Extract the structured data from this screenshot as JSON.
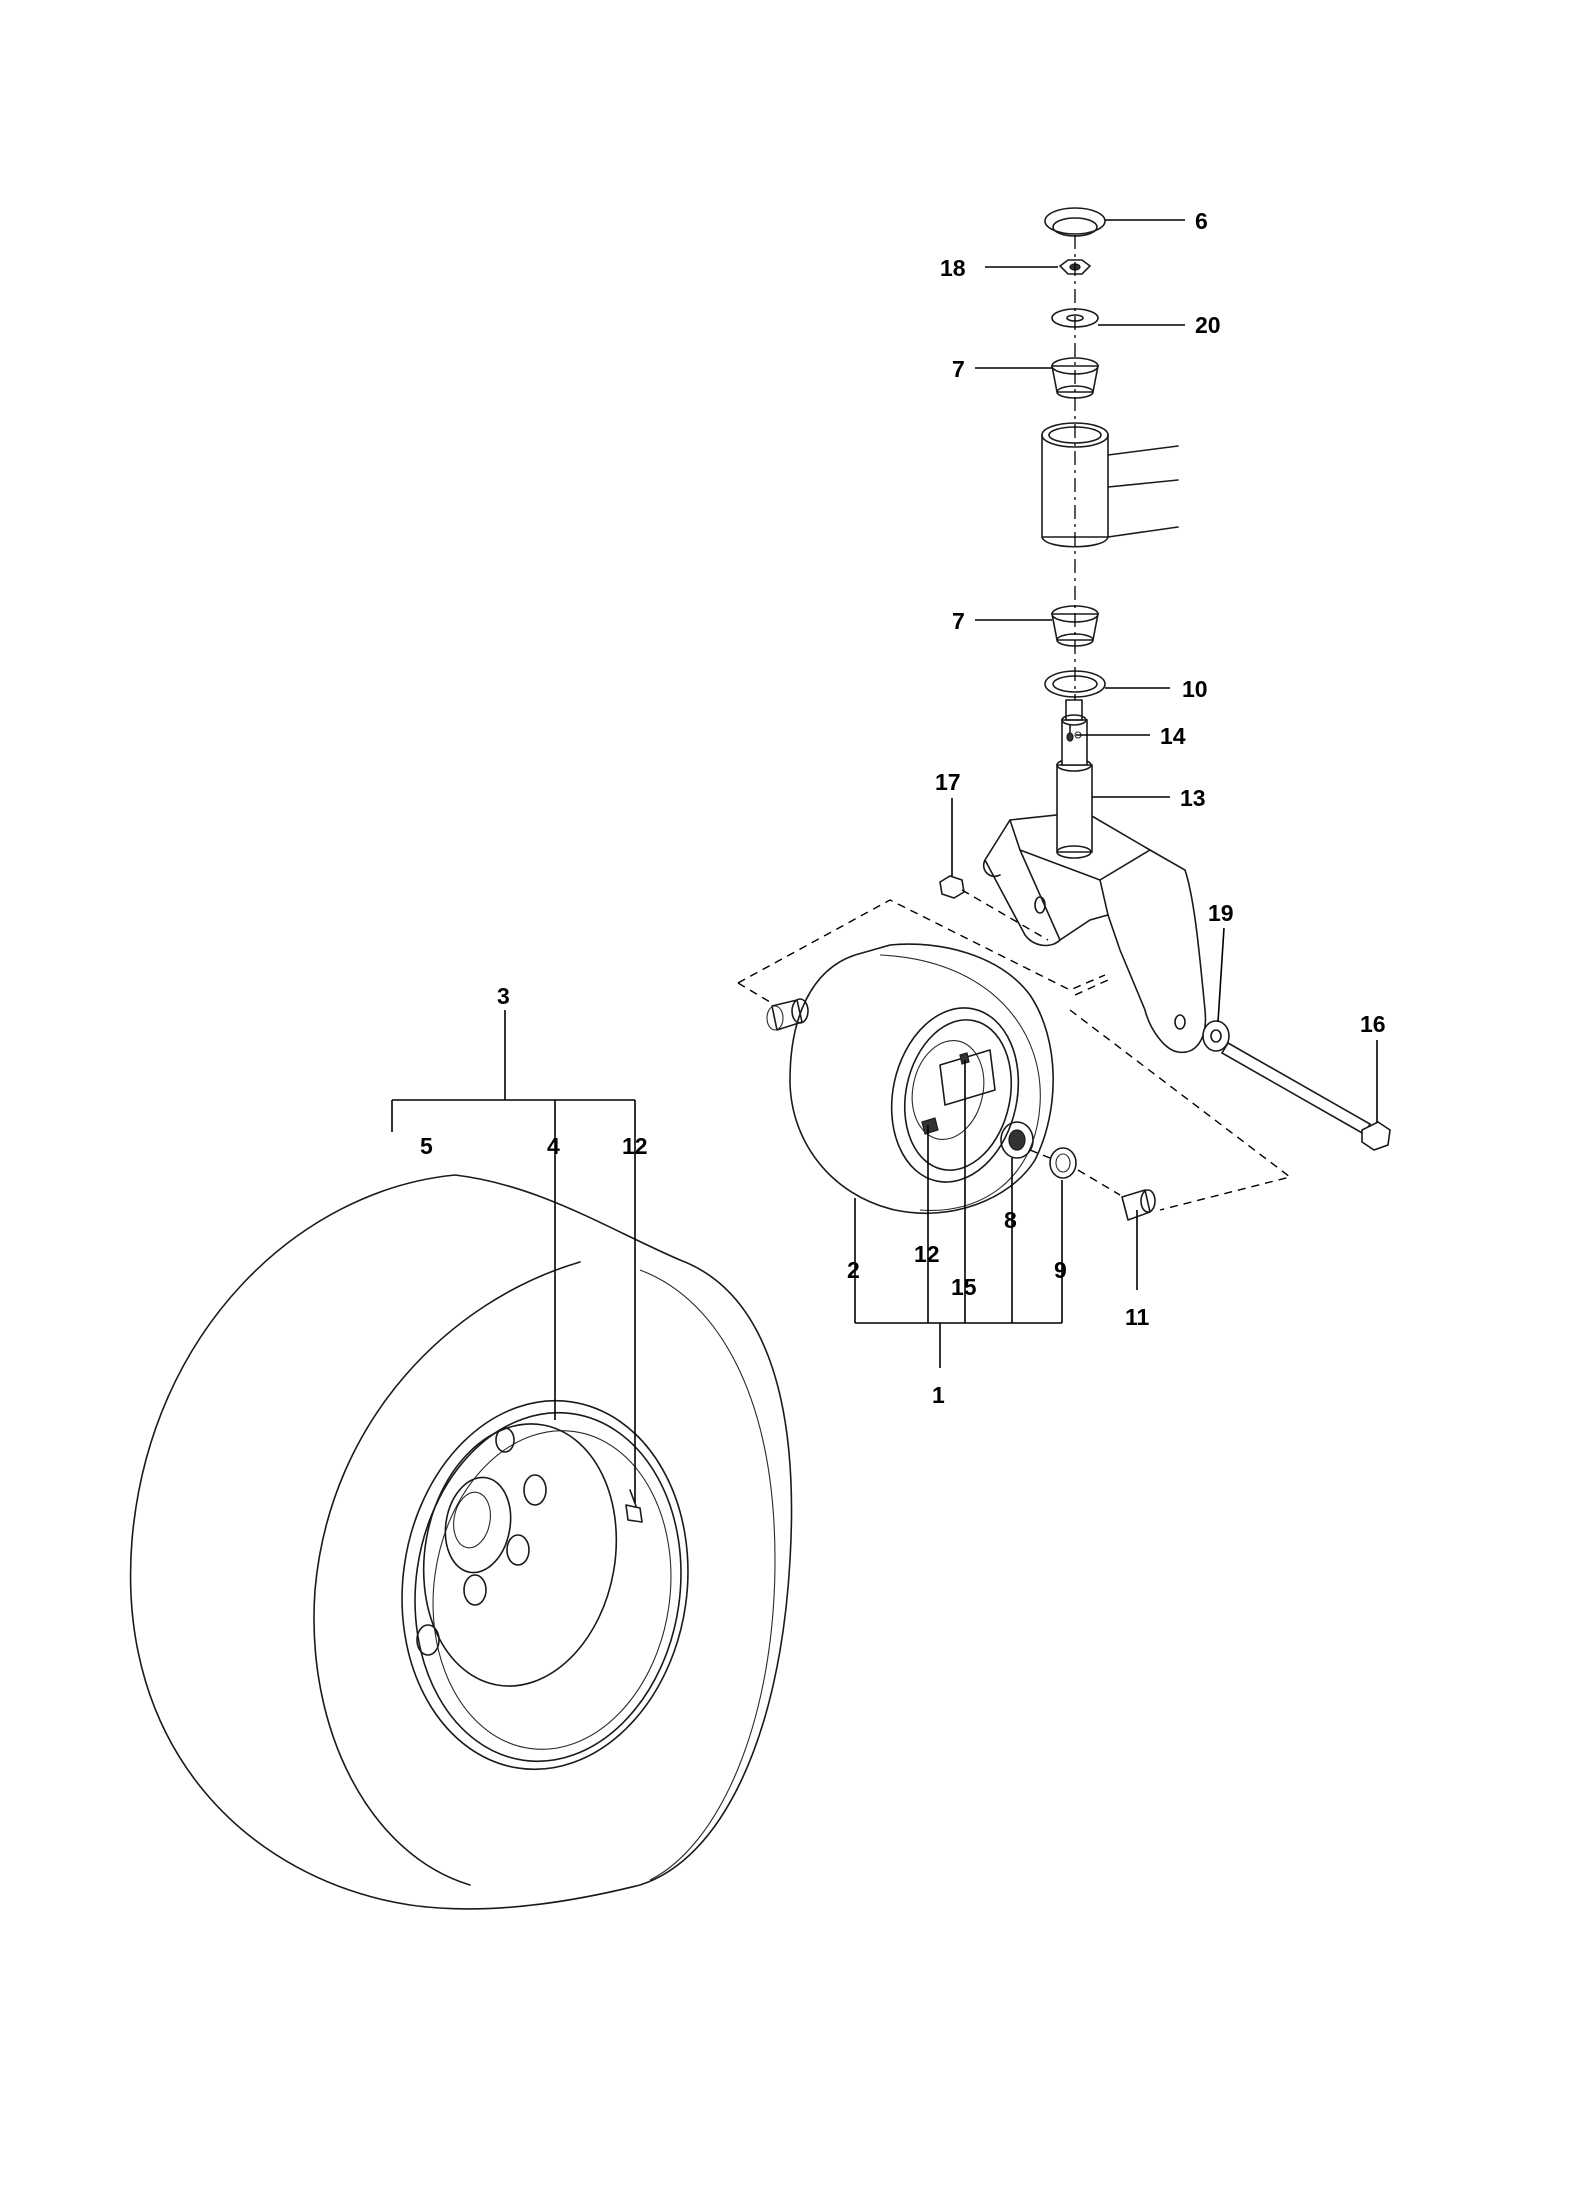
{
  "callouts": {
    "c1": "1",
    "c2": "2",
    "c3": "3",
    "c4": "4",
    "c5": "5",
    "c6": "6",
    "c7a": "7",
    "c7b": "7",
    "c8": "8",
    "c9": "9",
    "c10": "10",
    "c11": "11",
    "c12a": "12",
    "c12b": "12",
    "c13": "13",
    "c14": "14",
    "c15": "15",
    "c16": "16",
    "c17": "17",
    "c18": "18",
    "c19": "19",
    "c20": "20"
  }
}
